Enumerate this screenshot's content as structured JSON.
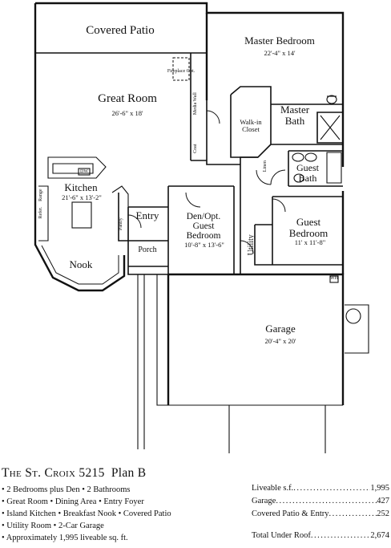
{
  "rooms": {
    "covered_patio": {
      "name": "Covered Patio"
    },
    "great_room": {
      "name": "Great Room",
      "dim": "26'-6\" x 18'"
    },
    "master_bedroom": {
      "name": "Master Bedroom",
      "dim": "22'-4\" x 14'"
    },
    "master_bath": {
      "name": "Master Bath"
    },
    "walk_in_closet": {
      "name": "Walk-in Closet"
    },
    "kitchen": {
      "name": "Kitchen",
      "dim": "21'-6\" x 13'-2\""
    },
    "nook": {
      "name": "Nook"
    },
    "entry": {
      "name": "Entry"
    },
    "porch": {
      "name": "Porch"
    },
    "den": {
      "name": "Den/Opt. Guest Bedroom",
      "line1": "Den/Opt.",
      "line2": "Guest",
      "line3": "Bedroom",
      "dim": "10'-8\" x 13'-6\""
    },
    "guest_bath": {
      "name": "Guest Bath"
    },
    "guest_bedroom": {
      "name": "Guest Bedroom",
      "dim": "11' x 11'-8\""
    },
    "utility": {
      "name": "Utility"
    },
    "garage": {
      "name": "Garage",
      "dim": "20'-4\" x 20'"
    }
  },
  "small_labels": {
    "fireplace": "Fireplace Opt.",
    "media_wall": "Media Wall",
    "coat": "Coat",
    "linen": "Linen",
    "dw": "DW",
    "range": "Range",
    "refer": "Refer.",
    "pantry": "Pantry",
    "wh": "WH"
  },
  "title": {
    "brand": "The St. Croix",
    "number": "5215",
    "plan": "Plan B"
  },
  "features": [
    "• 2 Bedrooms plus Den • 2 Bathrooms",
    "• Great Room • Dining Area • Entry Foyer",
    "• Island Kitchen • Breakfast Nook • Covered Patio",
    "• Utility Room • 2-Car Garage",
    "• Approximately 1,995 liveable sq. ft."
  ],
  "stats": [
    {
      "label": "Liveable s.f.",
      "value": "1,995"
    },
    {
      "label": "Garage",
      "value": "427"
    },
    {
      "label": "Covered Patio & Entry",
      "value": "252"
    },
    {
      "label": "Total Under Roof",
      "value": "2,674"
    }
  ]
}
